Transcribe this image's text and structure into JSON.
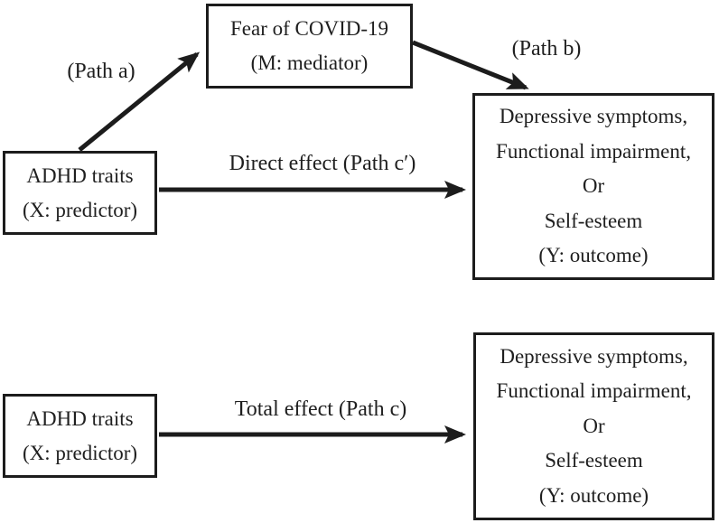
{
  "diagram": {
    "top_model": {
      "mediator_box": {
        "line1": "Fear of COVID-19",
        "line2": "(M: mediator)"
      },
      "predictor_box": {
        "line1": "ADHD traits",
        "line2": "(X: predictor)"
      },
      "outcome_box": {
        "lines": [
          "Depressive symptoms,",
          "Functional impairment,",
          "Or",
          "Self-esteem",
          "(Y: outcome)"
        ]
      },
      "path_a_label": "(Path a)",
      "path_b_label": "(Path b)",
      "direct_effect_label": "Direct effect (Path c′)"
    },
    "bottom_model": {
      "predictor_box": {
        "line1": "ADHD traits",
        "line2": "(X: predictor)"
      },
      "outcome_box": {
        "lines": [
          "Depressive symptoms,",
          "Functional impairment,",
          "Or",
          "Self-esteem",
          "(Y: outcome)"
        ]
      },
      "total_effect_label": "Total effect (Path c)"
    },
    "colors": {
      "line": "#1c1c1c",
      "text": "#1f1f1f",
      "background": "#ffffff"
    }
  }
}
